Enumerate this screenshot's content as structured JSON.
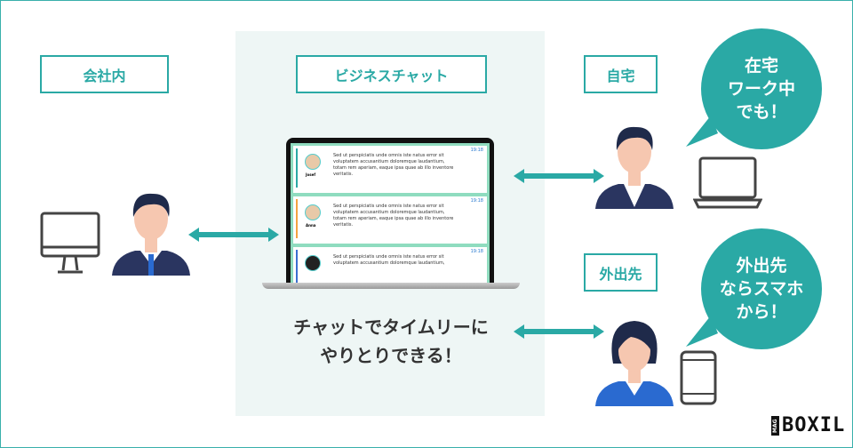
{
  "labels": {
    "office": "会社内",
    "chat": "ビジネスチャット",
    "home": "自宅",
    "outside": "外出先"
  },
  "bubbles": {
    "home": [
      "在宅",
      "ワーク中",
      "でも！"
    ],
    "outside": [
      "外出先",
      "ならスマホ",
      "から！"
    ]
  },
  "caption": [
    "チャットでタイムリーに",
    "やりとりできる！"
  ],
  "chat_messages": [
    {
      "name": "Josef",
      "time": "19:18",
      "text": "Sed ut perspiciatis unde omnis iste natus error sit voluptatem accusantium doloremque laudantium, totam rem aperiam, eaque ipsa quae ab illo inventore veritatis.",
      "color": "#2aa9a5"
    },
    {
      "name": "Anna",
      "time": "19:18",
      "text": "Sed ut perspiciatis unde omnis iste natus error sit voluptatem accusantium doloremque laudantium, totam rem aperiam, eaque ipsa quae ab illo inventore veritatis.",
      "color": "#f4a340"
    },
    {
      "name": "",
      "time": "19:18",
      "text": "Sed ut perspiciatis unde omnis iste natus error sit voluptatem accusantium doloremque laudantium,",
      "color": "#3a6fd0"
    }
  ],
  "logo": {
    "mag": "MAG",
    "brand": "BOXIL"
  },
  "colors": {
    "accent": "#2aa9a5",
    "panel": "#eef6f5",
    "suit": "#2a3560"
  }
}
